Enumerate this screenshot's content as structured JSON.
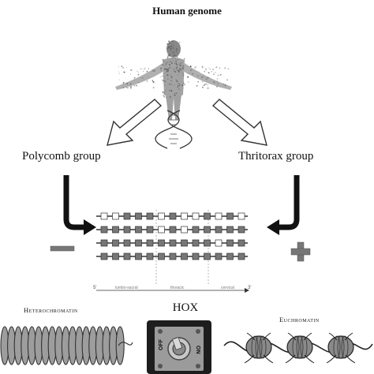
{
  "diagram": {
    "title": "Human genome",
    "left_group": {
      "label": "Polycomb group",
      "effect": "−"
    },
    "right_group": {
      "label": "Thritorax group",
      "effect": "+"
    },
    "hox_panel": {
      "region_labels": [
        "lumbo-sacral",
        "thoracic",
        "cervical"
      ],
      "end_labels": [
        "5'",
        "3'"
      ],
      "rows": [
        [
          "open",
          "open",
          "filled",
          "filled",
          "filled",
          "open",
          "filled",
          "open",
          "open",
          "filled",
          "open",
          "filled",
          "open"
        ],
        [
          "filled",
          "filled",
          "filled",
          "filled",
          "filled",
          "open",
          "filled",
          "open",
          "filled",
          "filled",
          "filled",
          "filled",
          "filled"
        ],
        [
          "filled",
          "filled",
          "filled",
          "filled",
          "filled",
          "filled",
          "filled",
          "filled",
          "filled",
          "filled",
          "open",
          "filled",
          "filled"
        ],
        [
          "filled",
          "filled",
          "filled",
          "filled",
          "filled",
          "filled",
          "filled",
          "filled",
          "filled",
          "filled",
          "filled",
          "filled",
          "filled"
        ]
      ]
    },
    "switch_label": "HOX",
    "switch_side_labels": [
      "OFF",
      "ON"
    ],
    "heterochromatin_label": "Heterochromatin",
    "euchromatin_label": "Euchromatin",
    "colors": {
      "filled_box": "#777777",
      "open_box": "#ffffff",
      "line": "#333333",
      "coil": "#8a8a8a"
    }
  }
}
